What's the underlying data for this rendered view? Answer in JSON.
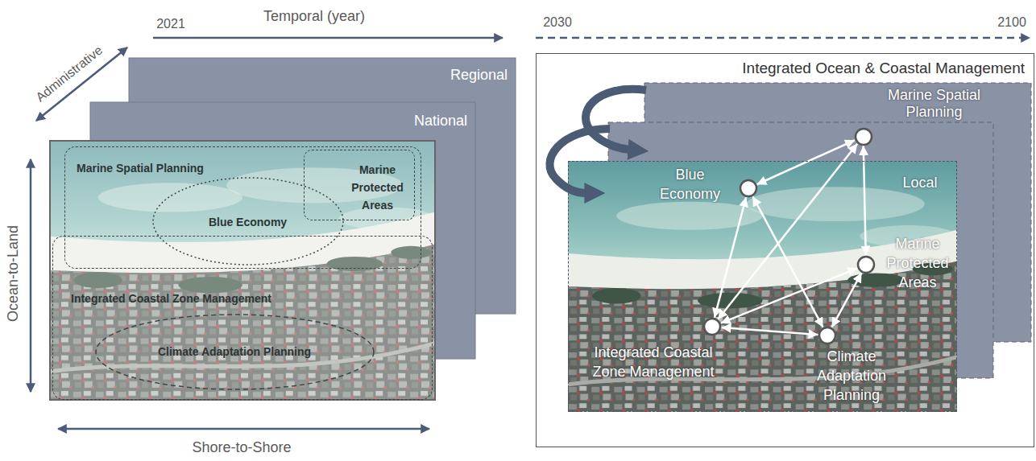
{
  "diagram": {
    "nodes": [
      {
        "text": [
          "Regional"
        ]
      },
      {
        "text": [
          "National"
        ]
      },
      {
        "text": [
          "Marine Spatial Planning"
        ]
      },
      {
        "text": [
          "Blue Economy"
        ],
        "in": 2
      },
      {
        "text": [
          "Marine Protected Areas"
        ],
        "in": 2
      },
      {
        "text": [
          "Integrated Coastal Zone Management"
        ]
      },
      {
        "text": [
          "Climate Adaptation Planning"
        ],
        "in": 5
      },
      {
        "text": [
          "Integrated Ocean & Coastal Management"
        ]
      },
      {
        "text": [
          "Local"
        ],
        "in": 7
      },
      {
        "text": [
          "Blue Economy"
        ],
        "in": 8
      },
      {
        "text": [
          "Marine Spatial Planning"
        ],
        "in": 7
      },
      {
        "text": [
          "Marine Protected Areas"
        ],
        "in": 8
      },
      {
        "text": [
          "Integrated Coastal Zone Management"
        ],
        "in": 8
      },
      {
        "text": [
          "Climate Adaptation Planning"
        ],
        "in": 8
      }
    ],
    "edges": [
      {
        "from": 9,
        "to": 10,
        "arrow": "both"
      },
      {
        "from": 9,
        "to": 12,
        "arrow": "both"
      },
      {
        "from": 9,
        "to": 13,
        "arrow": "both"
      },
      {
        "from": 10,
        "to": 11,
        "arrow": "both"
      },
      {
        "from": 10,
        "to": 12,
        "arrow": "both"
      },
      {
        "from": 11,
        "to": 12,
        "arrow": "both"
      },
      {
        "from": 11,
        "to": 13,
        "arrow": "both"
      },
      {
        "from": 12,
        "to": 13,
        "arrow": "both"
      }
    ],
    "labels": [
      "Temporal (year)",
      "2021",
      "Administrative",
      "Ocean-to-Land",
      "Shore-to-Shore",
      "2030",
      "2100"
    ]
  }
}
